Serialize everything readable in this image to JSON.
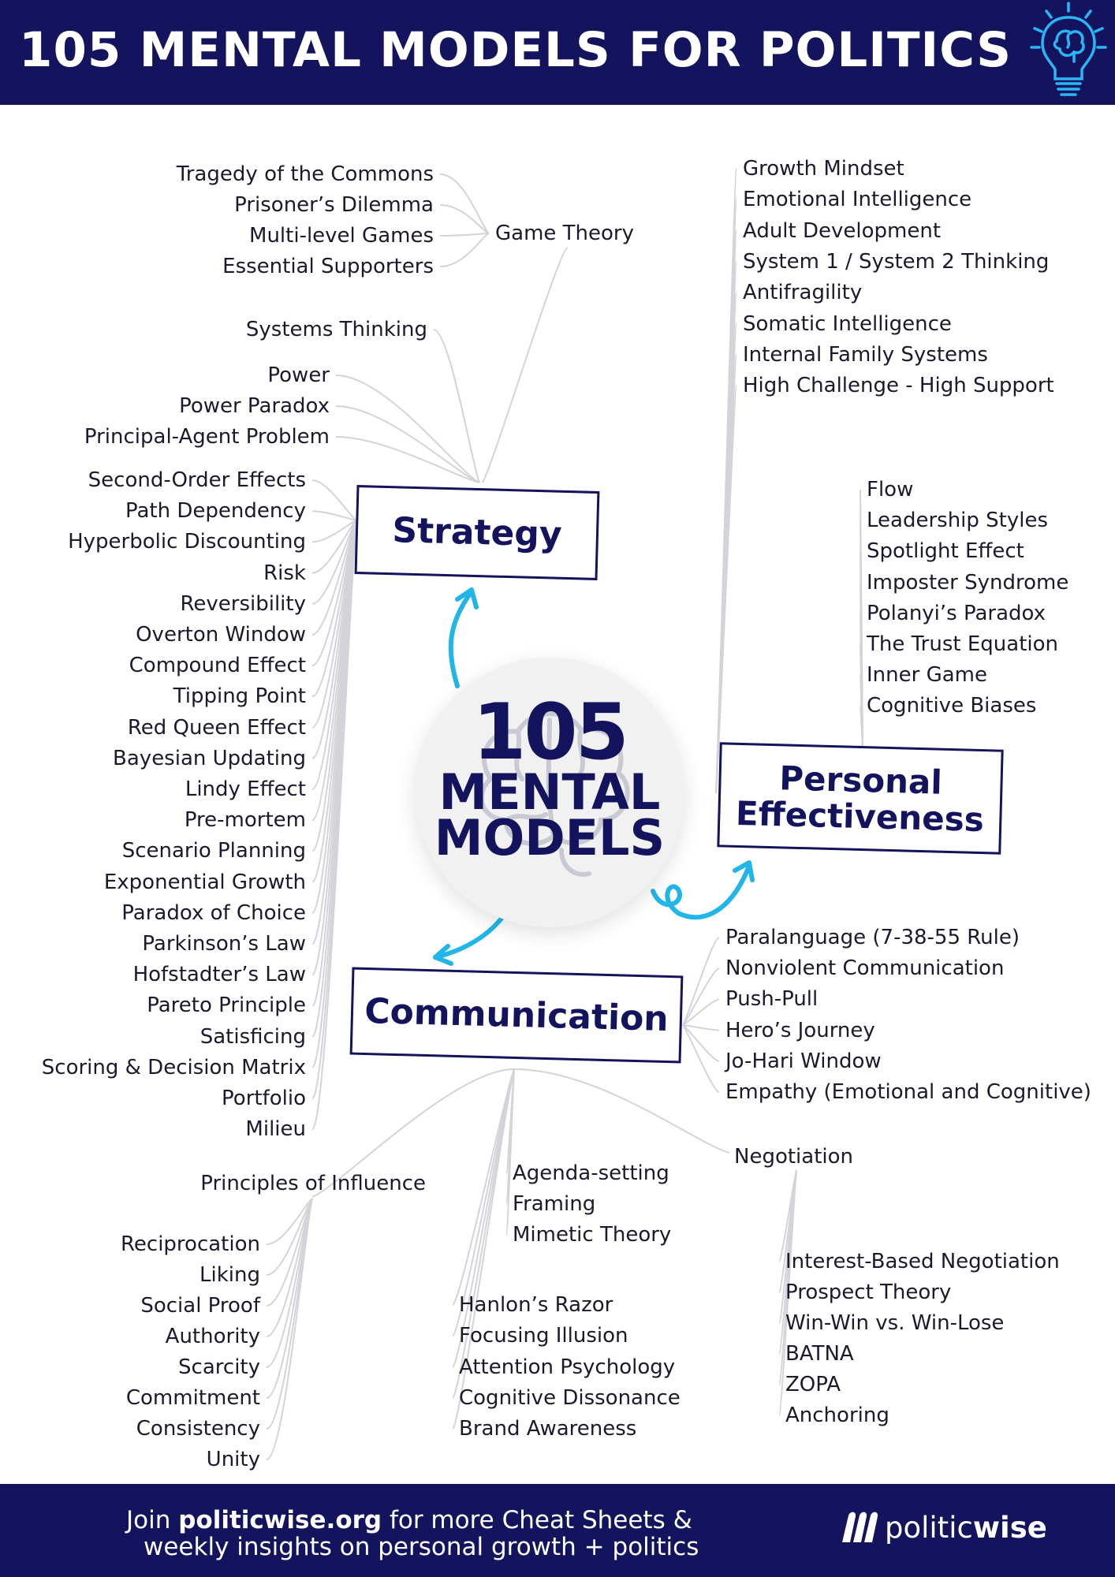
{
  "header": {
    "title": "105 MENTAL MODELS FOR POLITICS",
    "icon": "lightbulb-brain-icon"
  },
  "center": {
    "line1": "105",
    "line2": "MENTAL",
    "line3": "MODELS"
  },
  "categories": {
    "strategy": "Strategy",
    "personal_line1": "Personal",
    "personal_line2": "Effectiveness",
    "communication": "Communication"
  },
  "strategy": {
    "game_theory": {
      "label": "Game Theory",
      "items": [
        "Tragedy of the Commons",
        "Prisoner’s Dilemma",
        "Multi-level Games",
        "Essential Supporters"
      ]
    },
    "systems": [
      "Systems Thinking"
    ],
    "power": [
      "Power",
      "Power Paradox",
      "Principal-Agent Problem"
    ],
    "models": [
      "Second-Order Effects",
      "Path Dependency",
      "Hyperbolic Discounting",
      "Risk",
      "Reversibility",
      "Overton Window",
      "Compound Effect",
      "Tipping Point",
      "Red Queen Effect",
      "Bayesian Updating",
      "Lindy Effect",
      "Pre-mortem",
      "Scenario Planning",
      "Exponential Growth",
      "Paradox of Choice",
      "Parkinson’s Law",
      "Hofstadter’s Law",
      "Pareto Principle",
      "Satisficing",
      "Scoring & Decision Matrix",
      "Portfolio",
      "Milieu"
    ]
  },
  "personal": {
    "group1": [
      "Growth Mindset",
      "Emotional Intelligence",
      "Adult Development",
      "System 1 / System 2 Thinking",
      "Antifragility",
      "Somatic Intelligence",
      "Internal Family Systems",
      "High Challenge - High Support"
    ],
    "group2": [
      "Flow",
      "Leadership Styles",
      "Spotlight Effect",
      "Imposter Syndrome",
      "Polanyi’s Paradox",
      "The Trust Equation",
      "Inner Game",
      "Cognitive Biases"
    ]
  },
  "communication": {
    "right": [
      "Paralanguage (7-38-55 Rule)",
      "Nonviolent Communication",
      "Push-Pull",
      "Hero’s Journey",
      "Jo-Hari Window",
      "Empathy (Emotional and Cognitive)"
    ],
    "influence": {
      "label": "Principles of Influence",
      "items": [
        "Reciprocation",
        "Liking",
        "Social Proof",
        "Authority",
        "Scarcity",
        "Commitment",
        "Consistency",
        "Unity"
      ]
    },
    "agenda": [
      "Agenda-setting",
      "Framing",
      "Mimetic Theory"
    ],
    "attention": [
      "Hanlon’s Razor",
      "Focusing Illusion",
      "Attention Psychology",
      "Cognitive Dissonance",
      "Brand Awareness"
    ],
    "negotiation": {
      "label": "Negotiation",
      "items": [
        "Interest-Based Negotiation",
        "Prospect Theory",
        "Win-Win vs. Win-Lose",
        "BATNA",
        "ZOPA",
        "Anchoring"
      ]
    }
  },
  "footer": {
    "join": "Join",
    "site": "politicwise.org",
    "line1_rest": "for more Cheat Sheets &",
    "line2": "weekly insights on personal growth + politics",
    "logo_icon": "politicwise-logo-icon",
    "logo_prefix": "politic",
    "logo_suffix": "wise"
  }
}
